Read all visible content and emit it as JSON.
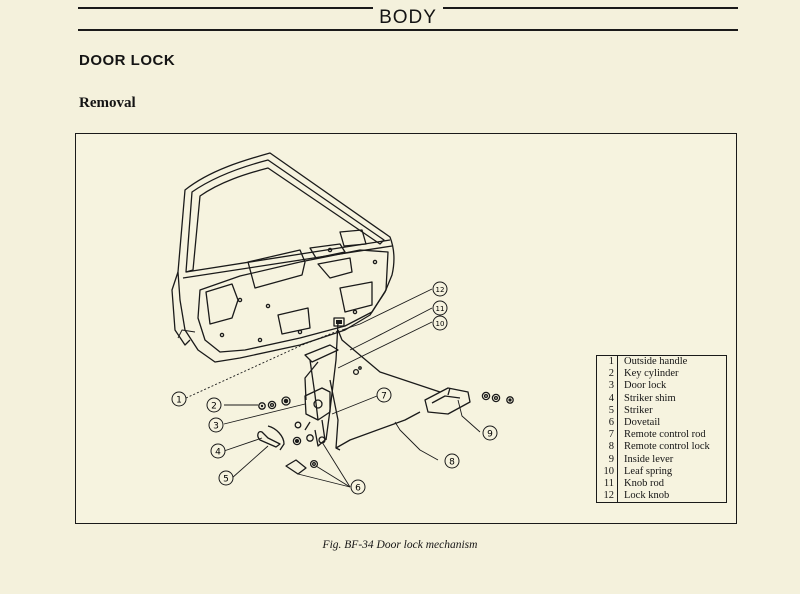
{
  "header": {
    "title": "BODY"
  },
  "section": {
    "title": "DOOR LOCK",
    "subtitle": "Removal"
  },
  "legend": [
    {
      "num": "1",
      "name": "Outside handle"
    },
    {
      "num": "2",
      "name": "Key cylinder"
    },
    {
      "num": "3",
      "name": "Door lock"
    },
    {
      "num": "4",
      "name": "Striker shim"
    },
    {
      "num": "5",
      "name": "Striker"
    },
    {
      "num": "6",
      "name": "Dovetail"
    },
    {
      "num": "7",
      "name": "Remote control rod"
    },
    {
      "num": "8",
      "name": "Remote control lock"
    },
    {
      "num": "9",
      "name": "Inside lever"
    },
    {
      "num": "10",
      "name": "Leaf spring"
    },
    {
      "num": "11",
      "name": "Knob rod"
    },
    {
      "num": "12",
      "name": "Lock knob"
    }
  ],
  "callouts": [
    "1",
    "2",
    "3",
    "4",
    "5",
    "6",
    "7",
    "8",
    "9",
    "10",
    "11",
    "12"
  ],
  "figure": {
    "caption": "Fig. BF-34  Door lock mechanism"
  }
}
